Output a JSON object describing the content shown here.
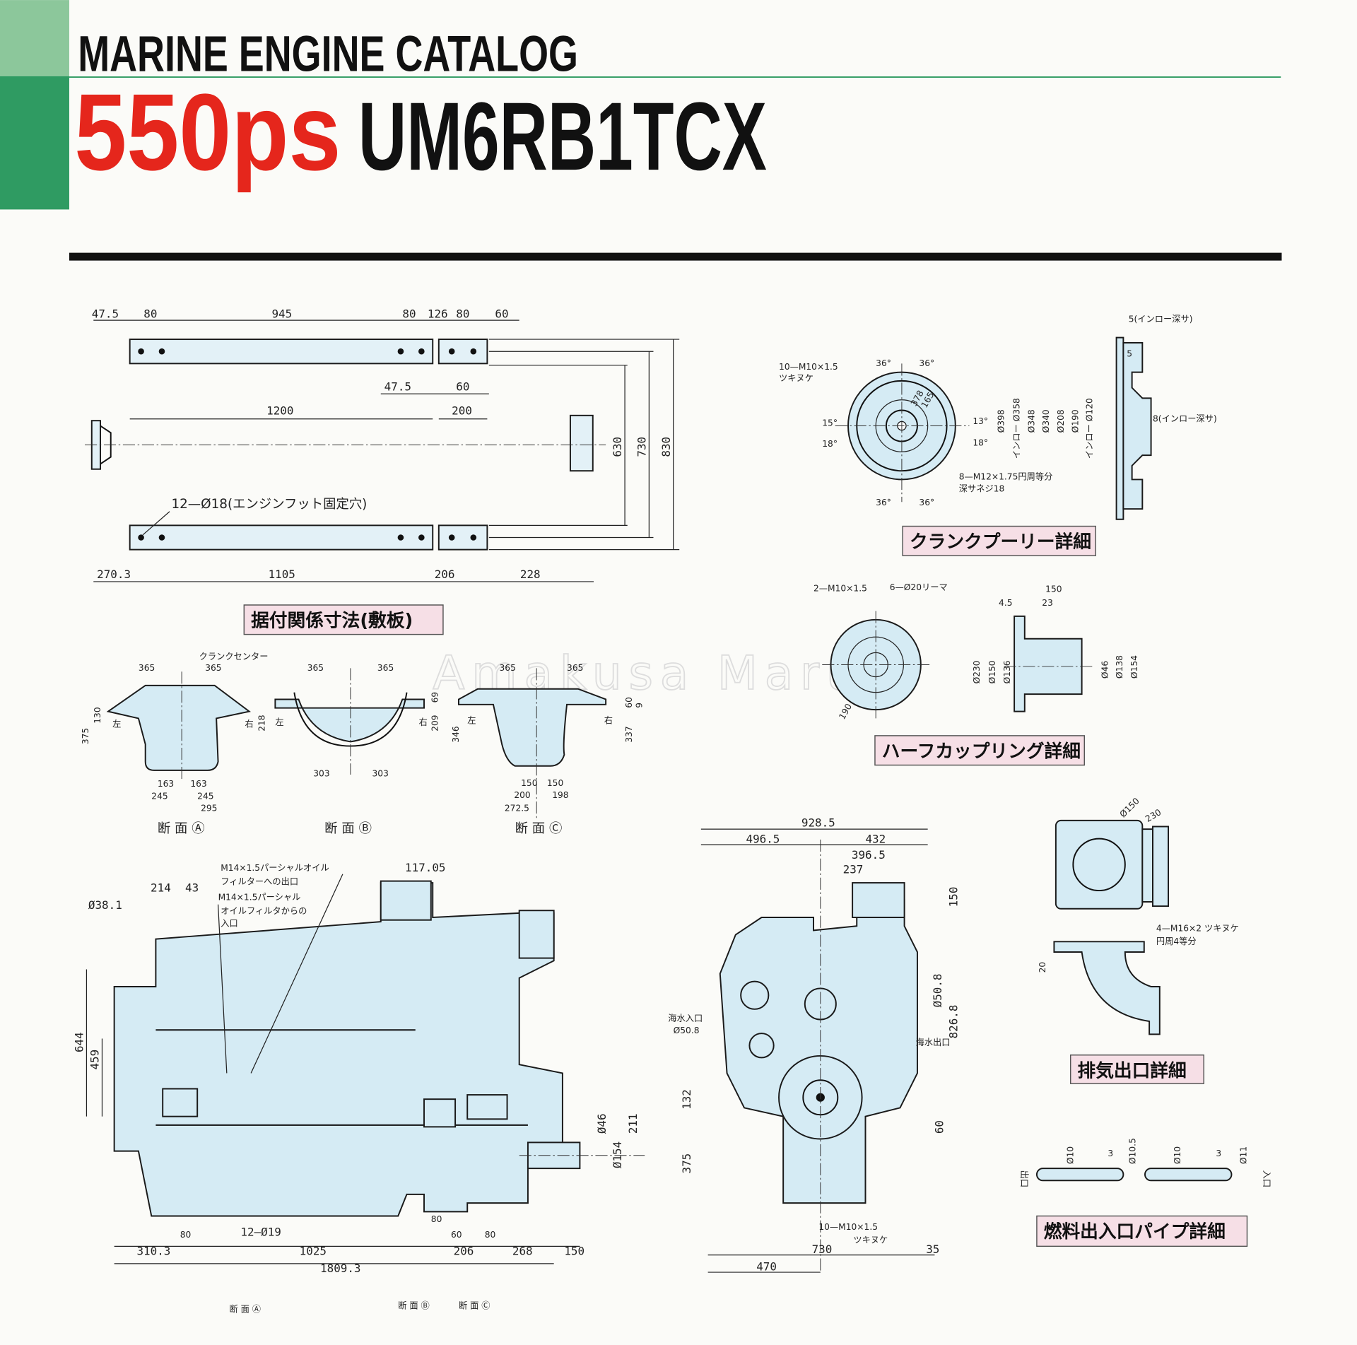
{
  "header": {
    "catalog_title": "MARINE ENGINE CATALOG",
    "power": "550ps",
    "model": "UM6RB1TCX",
    "colors": {
      "accent_red": "#e5261c",
      "green_dark": "#2f9b62",
      "green_light": "#8cc79b"
    }
  },
  "watermark": "Amakusa Maru",
  "base_plate": {
    "caption": "据付関係寸法(敷板)",
    "top_dims": [
      "47.5",
      "80",
      "945",
      "80",
      "126",
      "80",
      "60"
    ],
    "mid_dims": [
      "47.5",
      "60",
      "1200",
      "200"
    ],
    "vertical_dims": [
      "630",
      "730",
      "830"
    ],
    "hole_note": "12—Ø18(エンジンフット固定穴)",
    "bottom_dims": [
      "270.3",
      "1105",
      "206",
      "228"
    ]
  },
  "crank_pulley": {
    "caption": "クランクプーリー詳細",
    "bolt_note": "10—M10×1.5",
    "bolt_note2": "ツキヌケ",
    "angles": [
      "36°",
      "36°",
      "15°",
      "18°",
      "13°",
      "18°",
      "36°",
      "36°"
    ],
    "radii": [
      "378",
      "165"
    ],
    "tap_note": "8—M12×1.75円周等分",
    "tap_note2": "深サネジ18",
    "spigot_top": "5(インロー深サ)",
    "spigot_mid": "8(インロー深サ)",
    "step": "5",
    "diameters": [
      "Ø398",
      "インロー Ø358",
      "Ø348",
      "Ø340",
      "Ø208",
      "Ø190",
      "インロー Ø120"
    ]
  },
  "half_coupling": {
    "caption": "ハーフカップリング詳細",
    "tap_note": "2—M10×1.5",
    "ream_note": "6—Ø20リーマ",
    "pcd": "190",
    "dims": [
      "150",
      "4.5",
      "23"
    ],
    "diameters": [
      "Ø230",
      "Ø150",
      "Ø136",
      "Ø46",
      "Ø138",
      "Ø154"
    ]
  },
  "sections": {
    "crank_center": "クランクセンター",
    "left": "左",
    "right": "右",
    "a": {
      "label": "断 面 Ⓐ",
      "dims": [
        "365",
        "365",
        "130",
        "375",
        "163",
        "163",
        "245",
        "245",
        "295"
      ]
    },
    "b": {
      "label": "断 面 Ⓑ",
      "dims": [
        "365",
        "365",
        "218",
        "69",
        "209",
        "303",
        "303"
      ]
    },
    "c": {
      "label": "断 面 Ⓒ",
      "dims": [
        "365",
        "365",
        "60",
        "9",
        "346",
        "337",
        "150",
        "150",
        "200",
        "198",
        "272.5"
      ]
    }
  },
  "side_view": {
    "oil_out_note": "M14×1.5パーシャルオイル",
    "oil_out_note2": "フィルターへの出口",
    "oil_in_note": "M14×1.5パーシャル",
    "oil_in_note2": "オイルフィルタからの",
    "oil_in_note3": "入口",
    "dims_top": [
      "Ø38.1",
      "214",
      "43",
      "117.05"
    ],
    "dims_left": [
      "644",
      "459"
    ],
    "dims_right": [
      "Ø46",
      "Ø154",
      "211"
    ],
    "hole_note": "12—Ø19",
    "dims_bottom": [
      "80",
      "80",
      "60",
      "80",
      "310.3",
      "1025",
      "206",
      "268",
      "150",
      "1809.3"
    ],
    "section_labels": [
      "断 面 Ⓐ",
      "断 面 Ⓑ",
      "断 面 Ⓒ"
    ]
  },
  "front_view": {
    "dims_top": [
      "928.5",
      "496.5",
      "432",
      "396.5",
      "237"
    ],
    "dims_right": [
      "150",
      "Ø50.8",
      "826.8",
      "60"
    ],
    "sea_in": "海水入口",
    "sea_in_size": "Ø50.8",
    "sea_out": "海水出口",
    "dims_left": [
      "132",
      "375"
    ],
    "bolt_note": "10—M10×1.5",
    "bolt_note2": "ツキヌケ",
    "dims_bottom": [
      "730",
      "35",
      "470"
    ]
  },
  "exhaust": {
    "caption": "排気出口詳細",
    "dims": [
      "Ø150",
      "230",
      "20"
    ],
    "bolt_note": "4—M16×2 ツキヌケ",
    "bolt_note2": "円周4等分"
  },
  "fuel_pipe": {
    "caption": "燃料出入口パイプ詳細",
    "outlet": "出口",
    "inlet": "入口",
    "dims": [
      "Ø10",
      "3",
      "Ø10.5",
      "Ø10",
      "3",
      "Ø11"
    ]
  }
}
